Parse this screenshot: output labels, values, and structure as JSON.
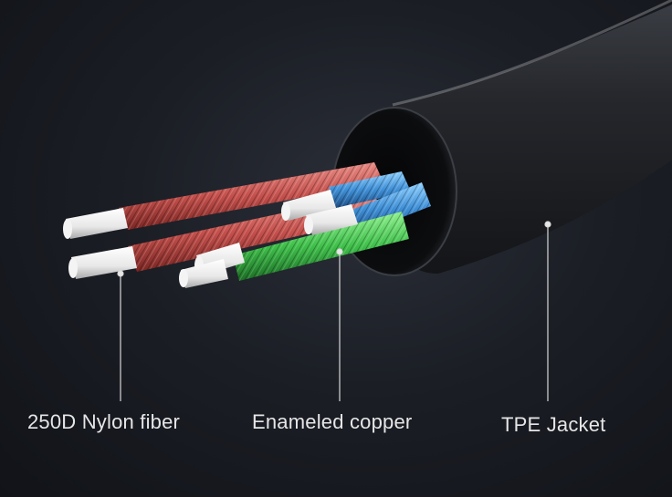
{
  "labels": {
    "nylon": "250D Nylon fiber",
    "copper": "Enameled copper",
    "jacket": "TPE Jacket"
  },
  "colors": {
    "background": "#1b1e25",
    "jacket": "#1e2024",
    "copper_red": "#c4504c",
    "copper_blue": "#3f8fd6",
    "copper_green": "#3fbf4a",
    "nylon_white": "#f2f2f2",
    "leader_line": "#d8d8d8"
  }
}
